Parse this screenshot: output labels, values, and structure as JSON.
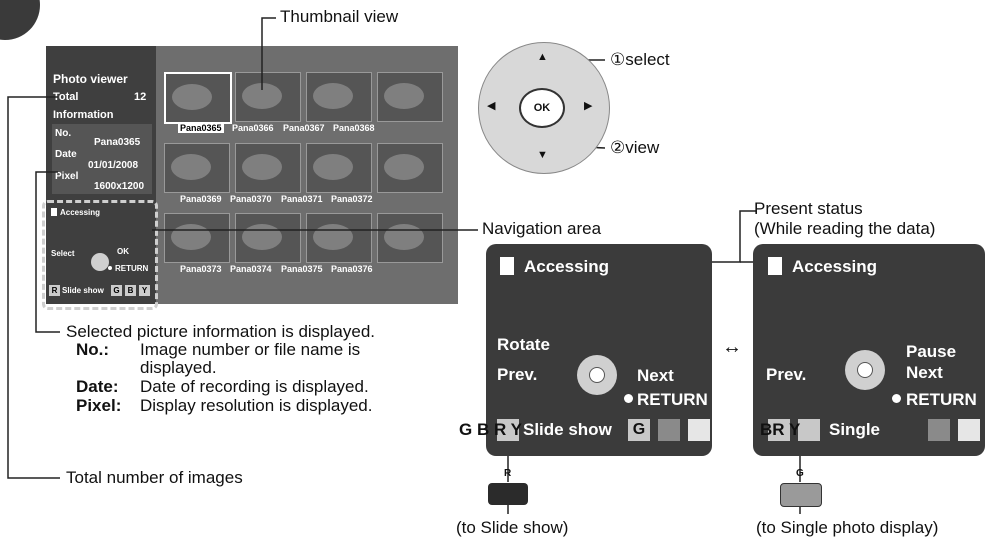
{
  "screen": {
    "title": "Photo viewer",
    "total_label": "Total",
    "total_value": "12",
    "info_label": "Information",
    "no_label": "No.",
    "no_value": "Pana0365",
    "date_label": "Date",
    "date_value": "01/01/2008",
    "pixel_label": "Pixel",
    "pixel_value": "1600x1200",
    "thumbnails": [
      "Pana0365",
      "Pana0366",
      "Pana0367",
      "Pana0368",
      "Pana0369",
      "Pana0370",
      "Pana0371",
      "Pana0372",
      "Pana0373",
      "Pana0374",
      "Pana0375",
      "Pana0376"
    ],
    "mini_nav": {
      "accessing": "Accessing",
      "select": "Select",
      "ok": "OK",
      "return": "RETURN",
      "r": "R",
      "slide": "Slide show",
      "g": "G",
      "b": "B",
      "y": "Y"
    }
  },
  "remote": {
    "ok": "OK",
    "select": "①select",
    "view": "②view"
  },
  "callouts": {
    "thumbnail_view": "Thumbnail view",
    "navigation_area": "Navigation area",
    "present_status_1": "Present status",
    "present_status_2": "(While reading the data)",
    "selected_info": "Selected picture information is displayed.",
    "no_key": "No.:",
    "no_desc_1": "Image number or file name is",
    "no_desc_2": "displayed.",
    "date_key": "Date:",
    "date_desc": "Date of recording is displayed.",
    "pixel_key": "Pixel:",
    "pixel_desc": "Display resolution is displayed.",
    "total_images": "Total number of images"
  },
  "panel_left": {
    "accessing": "Accessing",
    "rotate": "Rotate",
    "prev": "Prev.",
    "next": "Next",
    "return": "RETURN",
    "keys": "G B R Y",
    "slide_show": "Slide show",
    "g": "G",
    "btn_letter": "R",
    "to": "(to Slide show)"
  },
  "panel_right": {
    "accessing": "Accessing",
    "pause": "Pause",
    "prev": "Prev.",
    "next": "Next",
    "return": "RETURN",
    "keys": "BR Y",
    "single": "Single",
    "btn_letter": "G",
    "to": "(to Single photo display)"
  },
  "toggle_arrow": "↔"
}
